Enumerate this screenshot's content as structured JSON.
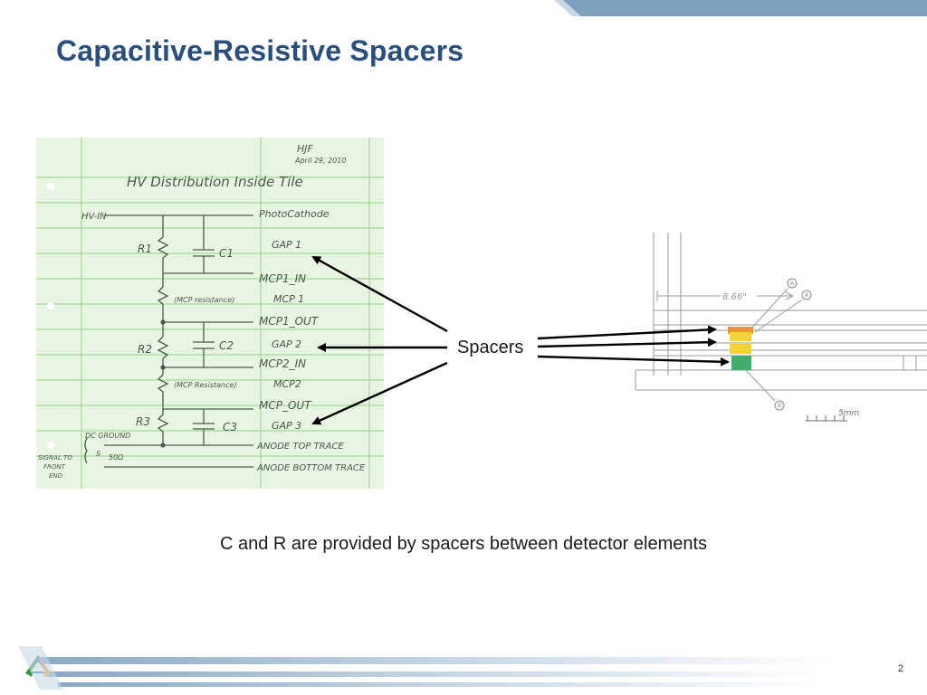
{
  "slide": {
    "title": "Capacitive-Resistive Spacers",
    "callout": "Spacers",
    "caption": "C and R are provided by spacers between detector elements",
    "page_number": "2"
  },
  "circuit_sketch": {
    "author": "HJF",
    "date": "April 29, 2010",
    "heading": "HV Distribution Inside Tile",
    "hv_in": "HV-IN",
    "resistors": [
      "R1",
      "R2",
      "R3"
    ],
    "capacitors": [
      "C1",
      "C2",
      "C3"
    ],
    "mcp_resistance_1": "(MCP resistance)",
    "mcp_resistance_2": "(MCP Resistance)",
    "dc_ground": "DC GROUND",
    "signal_to_front_end": [
      "SIGNAL TO",
      "FRONT",
      "END"
    ],
    "ohms": "50Ω",
    "s_label": "S",
    "nodes": [
      "PhotoCathode",
      "GAP 1",
      "MCP1_IN",
      "MCP 1",
      "MCP1_OUT",
      "GAP 2",
      "MCP2_IN",
      "MCP2",
      "MCP_OUT",
      "GAP 3",
      "ANODE TOP TRACE",
      "ANODE BOTTOM TRACE"
    ]
  },
  "cross_section": {
    "dimension": "8.66\"",
    "scale": "5mm",
    "markers": [
      "A",
      "A",
      "B"
    ]
  },
  "colors": {
    "title": "#2a4f7c",
    "band": "#7f9fbf",
    "sketch_paper": "#e9f5e3",
    "sketch_line": "#9fcf8f",
    "spacer_yellow": "#f3d23a",
    "spacer_orange": "#e8943a",
    "spacer_green": "#3fae6a"
  }
}
